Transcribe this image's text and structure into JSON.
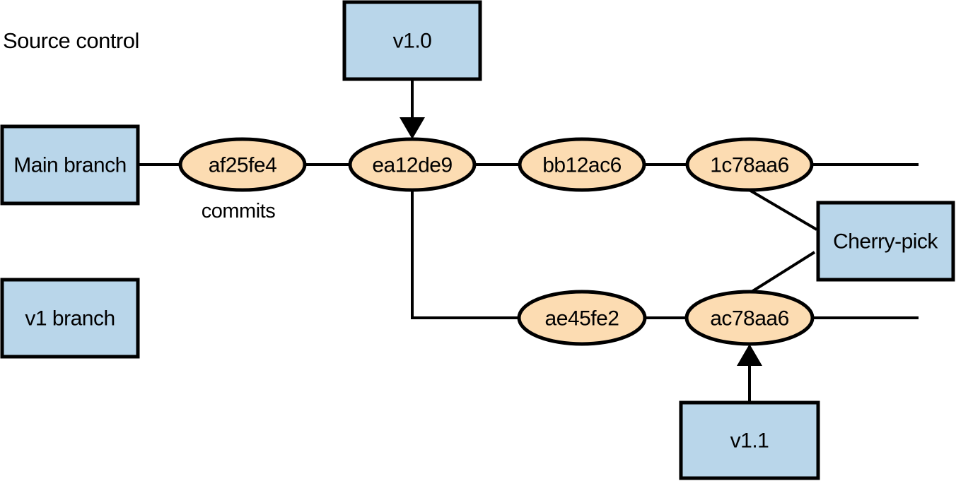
{
  "diagram": {
    "title": "Source control",
    "annotations": {
      "commits": "commits"
    },
    "boxes": {
      "v10": "v1.0",
      "main_branch": "Main branch",
      "v1_branch": "v1 branch",
      "cherry_pick": "Cherry-pick",
      "v11": "v1.1"
    },
    "commits": {
      "main": [
        "af25fe4",
        "ea12de9",
        "bb12ac6",
        "1c78aa6"
      ],
      "v1": [
        "ae45fe2",
        "ac78aa6"
      ]
    },
    "colors": {
      "box_fill": "#b9d6ea",
      "commit_fill": "#fcdcb2",
      "stroke": "#000000"
    }
  }
}
